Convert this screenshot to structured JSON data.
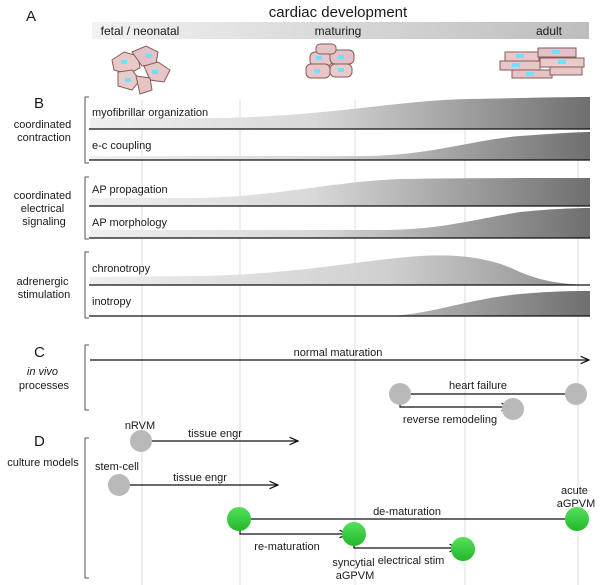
{
  "title": "cardiac development",
  "panels": {
    "a": "A",
    "b": "B",
    "c": "C",
    "d": "D"
  },
  "stages": [
    "fetal / neonatal",
    "maturing",
    "adult"
  ],
  "sections": {
    "coordinated_contraction": [
      "coordinated",
      "contraction"
    ],
    "coordinated_electrical": [
      "coordinated",
      "electrical",
      "signaling"
    ],
    "adrenergic": [
      "adrenergic",
      "stimulation"
    ],
    "in_vivo": [
      "in vivo",
      "processes"
    ],
    "culture": "culture models"
  },
  "rows": {
    "myofibrillar": "myofibrillar organization",
    "ec_coupling": "e-c coupling",
    "ap_propagation": "AP propagation",
    "ap_morphology": "AP morphology",
    "chronotropy": "chronotropy",
    "inotropy": "inotropy"
  },
  "processes": {
    "normal_maturation": "normal maturation",
    "heart_failure": "heart failure",
    "reverse_remodeling": "reverse remodeling"
  },
  "models": {
    "nrvm": "nRVM",
    "stem_cell": "stem-cell",
    "tissue_engr_1": "tissue engr",
    "tissue_engr_2": "tissue engr",
    "de_maturation": "de-maturation",
    "acute_agpvm": [
      "acute",
      "aGPVM"
    ],
    "re_maturation": "re-maturation",
    "syncytial_agpvm": [
      "syncytial",
      "aGPVM"
    ],
    "electrical_stim": "electrical stim"
  },
  "colors": {
    "gray_circle": "#b9b9b9",
    "green_circle": "#2ecc40",
    "gradient_light": "#ececec",
    "gradient_dark": "#7a7a7a",
    "stage_bar_light": "#efefef",
    "stage_bar_dark": "#bdbdbd"
  }
}
